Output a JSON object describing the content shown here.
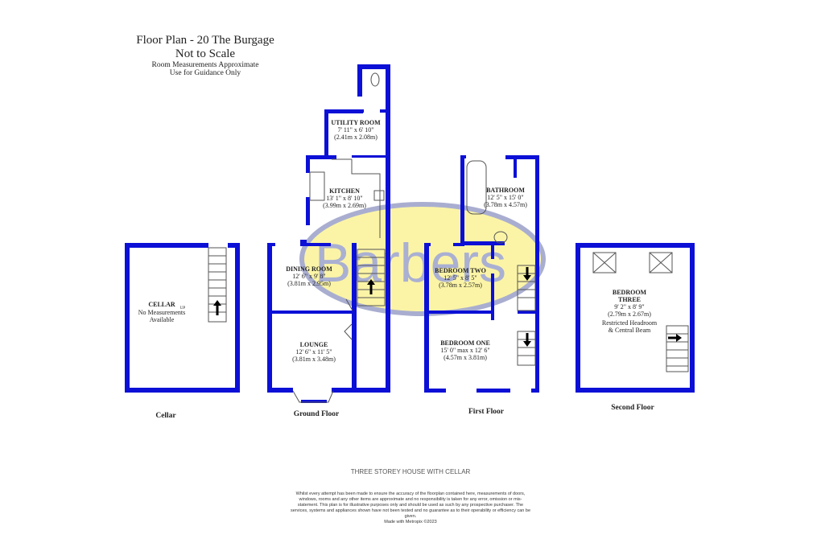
{
  "header": {
    "title": "Floor Plan - 20 The Burgage",
    "subtitle": "Not to Scale",
    "note1": "Room Measurements Approximate",
    "note2": "Use for Guidance Only"
  },
  "watermark": "Barbers",
  "colors": {
    "walls": "#0c10d6",
    "watermark_fill": "#fbf4a6",
    "watermark_stroke": "#a9aed0"
  },
  "floors": {
    "cellar": {
      "label": "Cellar",
      "room": {
        "name": "CELLAR",
        "line1": "No Measurements",
        "line2": "Available"
      }
    },
    "ground": {
      "label": "Ground Floor",
      "rooms": [
        {
          "name": "UTILITY ROOM",
          "imperial": "7' 11\" x 6' 10\"",
          "metric": "(2.41m x 2.08m)"
        },
        {
          "name": "KITCHEN",
          "imperial": "13' 1\" x 8' 10\"",
          "metric": "(3.99m x 2.69m)"
        },
        {
          "name": "DINING ROOM",
          "imperial": "12' 6\" x 9' 8\"",
          "metric": "(3.81m x 2.95m)"
        },
        {
          "name": "LOUNGE",
          "imperial": "12' 6\" x 11' 5\"",
          "metric": "(3.81m x 3.48m)"
        }
      ]
    },
    "first": {
      "label": "First Floor",
      "rooms": [
        {
          "name": "BATHROOM",
          "imperial": "12' 5\" x 15' 0\"",
          "metric": "(3.78m x 4.57m)"
        },
        {
          "name": "BEDROOM TWO",
          "imperial": "12' 5\" x 8' 5\"",
          "metric": "(3.78m x 2.57m)"
        },
        {
          "name": "BEDROOM ONE",
          "imperial": "15' 0\" max x 12' 6\"",
          "metric": "(4.57m x 3.81m)"
        }
      ]
    },
    "second": {
      "label": "Second Floor",
      "room": {
        "name1": "BEDROOM",
        "name2": "THREE",
        "imperial": "9' 2\" x 8' 9\"",
        "metric": "(2.79m x 2.67m)",
        "note1": "Restricted Headroom",
        "note2": "& Central Beam"
      }
    },
    "stair_label": "UP"
  },
  "footer": {
    "caption": "THREE STOREY HOUSE WITH CELLAR",
    "disclaimer": "Whilst every attempt has been made to ensure the accuracy of the floorplan contained here, measurements of doors, windows, rooms and any other items are approximate and no responsibility is taken for any error, omission or mis-statement. This plan is for illustrative purposes only and should be used as such by any prospective purchaser. The services, systems and appliances shown have not been tested and no guarantee as to their operability or efficiency can be given.",
    "credit": "Made with Metropix ©2023"
  }
}
